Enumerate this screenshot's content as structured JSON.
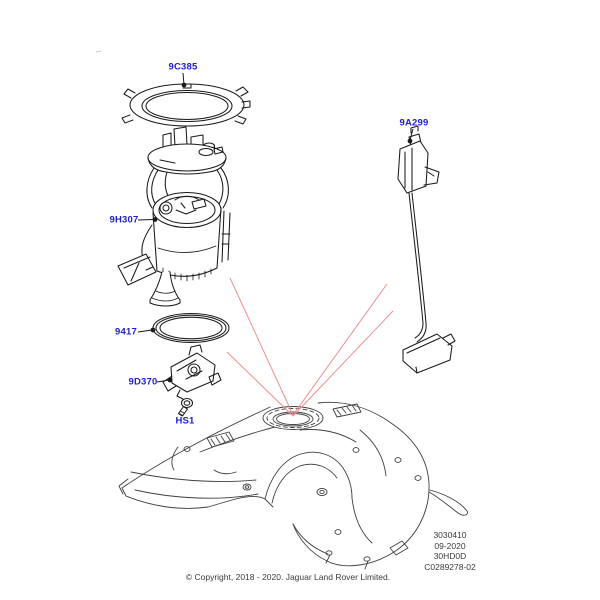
{
  "diagram": {
    "title_hint": "Fuel pump and sender unit exploded parts diagram",
    "callouts": [
      {
        "label": "9C385"
      },
      {
        "label": "9A299"
      },
      {
        "label": "9H307"
      },
      {
        "label": "9417"
      },
      {
        "label": "9D370"
      },
      {
        "label": "HS1"
      }
    ],
    "footer": {
      "ref_block": [
        "3030410",
        "09-2020",
        "30HD0D",
        "C0289278-02"
      ],
      "copyright": "© Copyright, 2018 - 2020. Jaguar Land Rover Limited."
    },
    "colors": {
      "callout_blue": "#2020cc",
      "leader_red": "#ef8f8f",
      "part_line_black": "#1a1a1a",
      "tank_line_gray": "#3f3f3f",
      "background": "#ffffff"
    }
  }
}
